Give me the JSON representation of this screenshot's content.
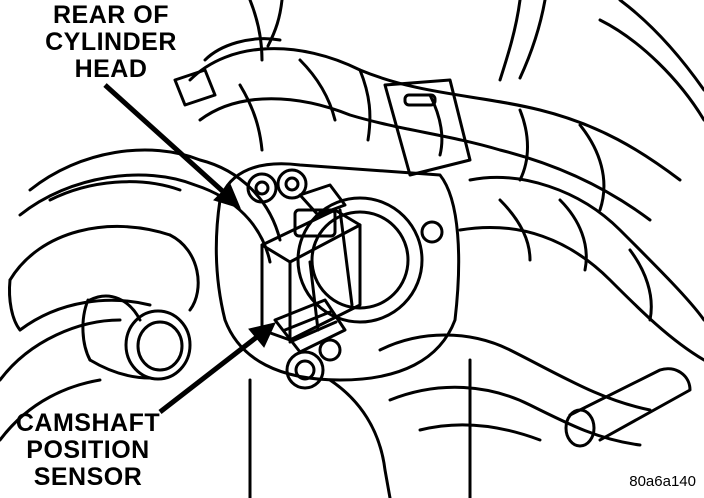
{
  "callouts": {
    "rear_of_cylinder_head": [
      "REAR OF",
      "CYLINDER",
      "HEAD"
    ],
    "camshaft_position_sensor": [
      "CAMSHAFT",
      "POSITION",
      "SENSOR"
    ]
  },
  "figure_code": "80a6a140",
  "colors": {
    "ink": "#000000",
    "paper": "#ffffff"
  }
}
